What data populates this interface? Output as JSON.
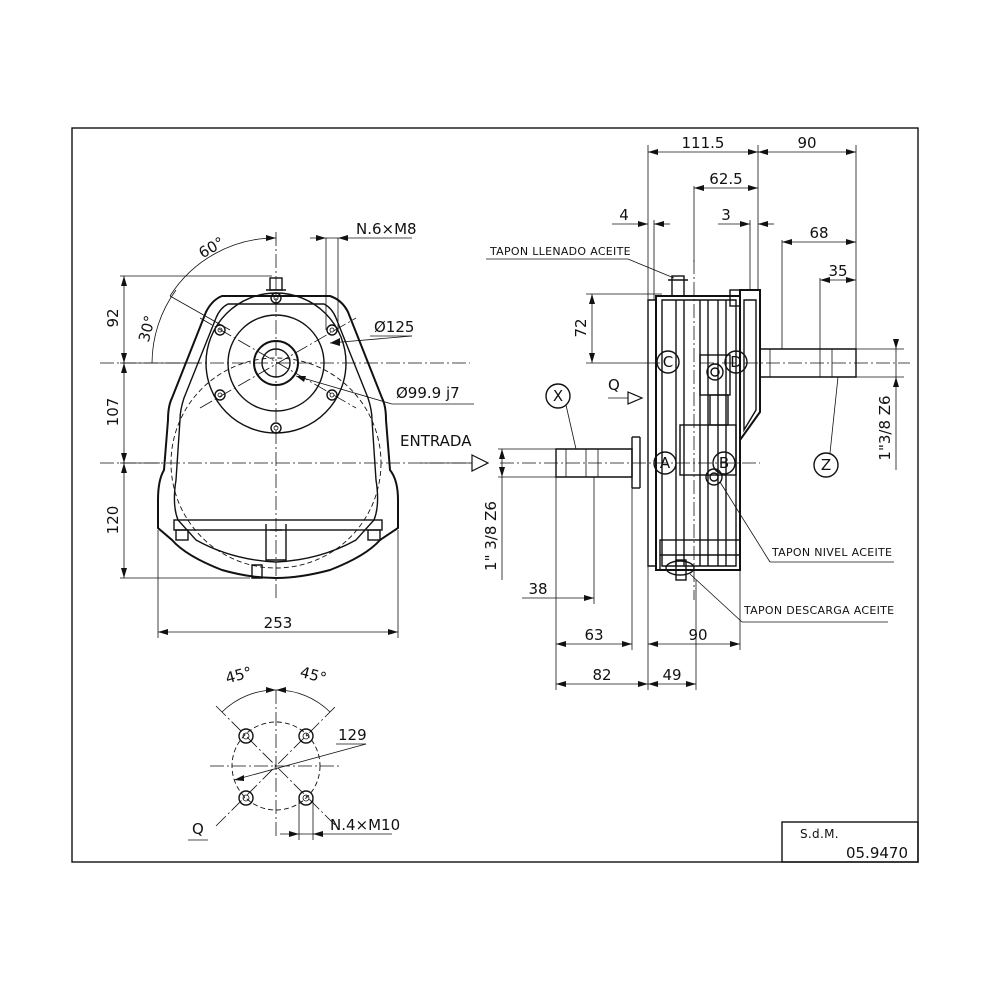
{
  "dimensions": {
    "d_111_5": "111.5",
    "d_90_top": "90",
    "d_62_5": "62.5",
    "d_4": "4",
    "d_3": "3",
    "d_68": "68",
    "d_35": "35",
    "d_72": "72",
    "d_92": "92",
    "d_107": "107",
    "d_120": "120",
    "d_253": "253",
    "d_38": "38",
    "d_63": "63",
    "d_90_bottom": "90",
    "d_82": "82",
    "d_49": "49",
    "d_129": "129",
    "angle_60": "60°",
    "angle_30": "30°",
    "angle_45_left": "45°",
    "angle_45_right": "45°"
  },
  "annotations": {
    "holes_top": "N.6×M8",
    "dia_125": "Ø125",
    "dia_99": "Ø99.9 j7",
    "entrada": "ENTRADA",
    "view_q_arrow": "Q",
    "view_q_title": "Q",
    "holes_flange": "N.4×M10",
    "thread_left": "1\" 3/8 Z6",
    "thread_right": "1\"3/8 Z6",
    "fill_plug": "TAPON LLENADO ACEITE",
    "level_plug": "TAPON NIVEL ACEITE",
    "drain_plug": "TAPON DESCARGA ACEITE"
  },
  "callouts": {
    "x": "X",
    "z": "Z",
    "a": "A",
    "b": "B",
    "c": "C",
    "d": "D"
  },
  "title_block": {
    "company": "S.d.M.",
    "drawing_number": "05.9470"
  }
}
